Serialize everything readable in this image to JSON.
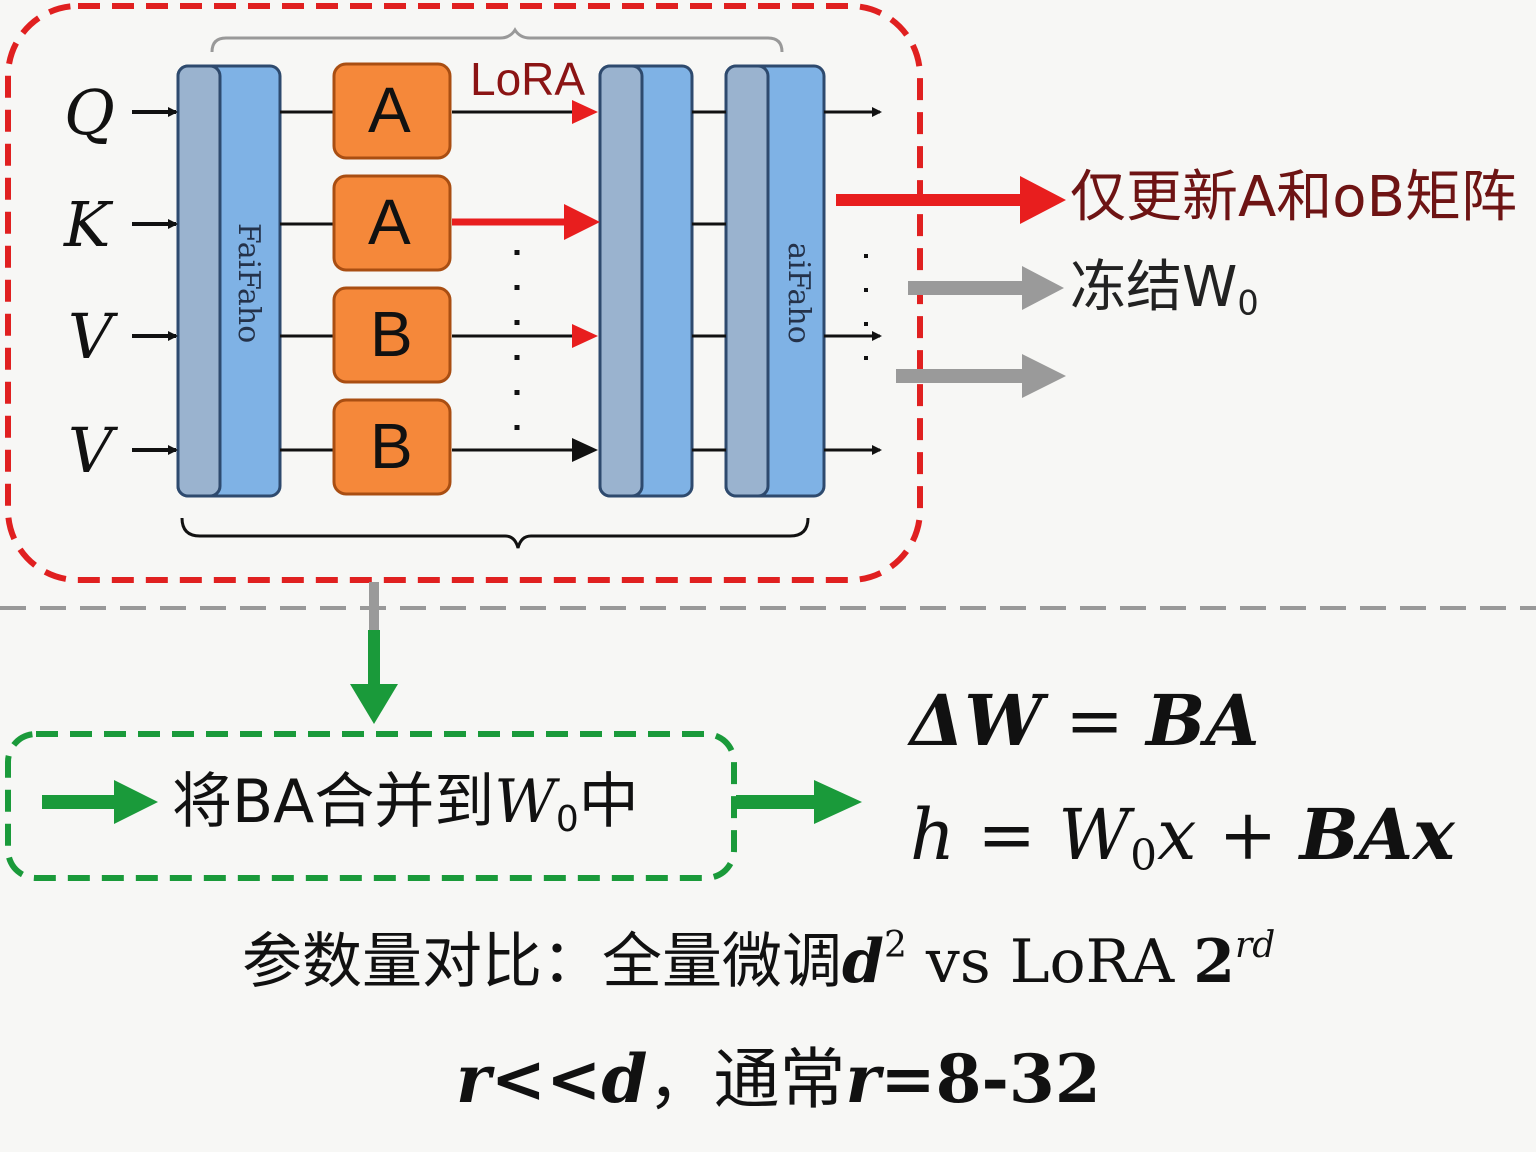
{
  "diagram": {
    "lora_label": "LoRA",
    "inputs": [
      "Q",
      "K",
      "V",
      "V"
    ],
    "lora_boxes": [
      "A",
      "A",
      "B",
      "B"
    ],
    "left_block_text": "FaiFaho",
    "right_block_text": "aiFaho",
    "update_note": "仅更新A和oB矩阵",
    "freeze_note_prefix": "冻结W",
    "freeze_note_sub": "0",
    "merge_prefix": "将BA合并到",
    "merge_w": "W",
    "merge_sub": "0",
    "merge_suffix": "中",
    "colors": {
      "red_dashed_border": "#e02020",
      "green_dashed_border": "#1a9a3a",
      "lora_box_fill": "#f5883a",
      "weight_block_fill": "#7fb2e5",
      "update_arrow": "#e81e1e",
      "freeze_arrow": "#9a9a9a",
      "merge_arrow": "#1a9a3a",
      "update_text": "#6e1414"
    }
  },
  "formulas": {
    "delta_w": {
      "lhs": "ΔW",
      "eq": " = ",
      "rhs": "BA"
    },
    "h": {
      "lhs": "h",
      "eq": " = ",
      "w": "W",
      "sub": "0",
      "x": "x",
      "plus": " + ",
      "ba": "BAx"
    }
  },
  "param_compare": {
    "prefix": "参数量对比：全量微调",
    "full": "d",
    "full_sup": "2",
    "vs": " vs LoRA ",
    "lora_num": "2",
    "lora_sup": "rd"
  },
  "rank_note": {
    "cond": "r<<d",
    "sep": "，通常",
    "r": "r",
    "eq": "=8-32"
  }
}
